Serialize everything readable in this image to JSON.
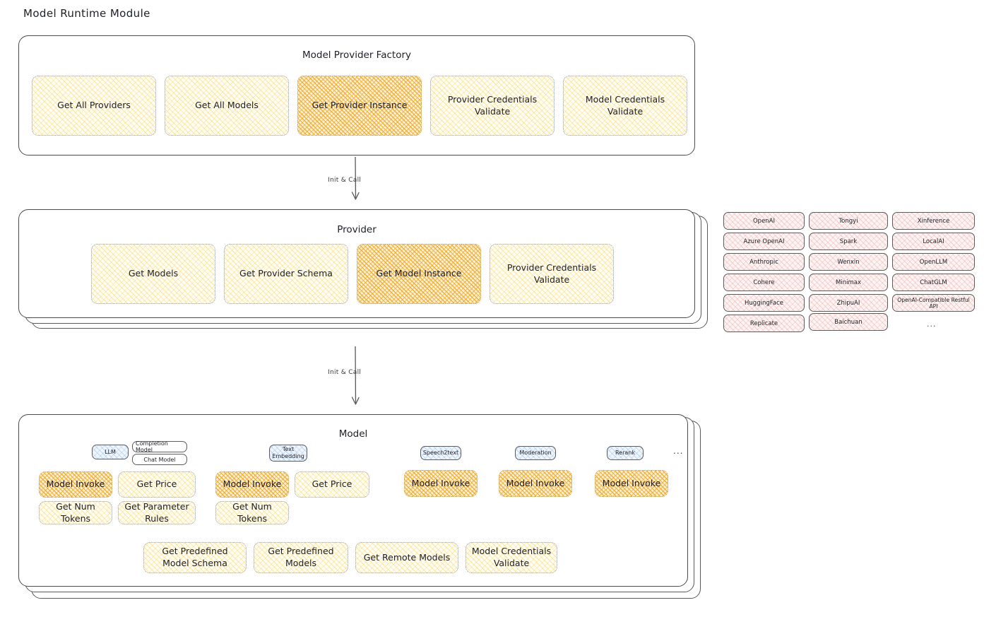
{
  "title": "Model Runtime Module",
  "factory": {
    "title": "Model Provider Factory",
    "boxes": [
      {
        "label": "Get All Providers",
        "highlighted": false
      },
      {
        "label": "Get All Models",
        "highlighted": false
      },
      {
        "label": "Get Provider Instance",
        "highlighted": true
      },
      {
        "label": "Provider Credentials Validate",
        "highlighted": false
      },
      {
        "label": "Model Credentials Validate",
        "highlighted": false
      }
    ]
  },
  "arrow_1": {
    "label": "Init & Call"
  },
  "provider": {
    "title": "Provider",
    "boxes": [
      {
        "label": "Get Models",
        "highlighted": false
      },
      {
        "label": "Get Provider Schema",
        "highlighted": false
      },
      {
        "label": "Get Model Instance",
        "highlighted": true
      },
      {
        "label": "Provider Credentials Validate",
        "highlighted": false
      }
    ]
  },
  "arrow_2": {
    "label": "Init & Call"
  },
  "provider_list": {
    "columns": [
      {
        "items": [
          "OpenAI",
          "Azure OpenAI",
          "Anthropic",
          "Cohere",
          "HuggingFace",
          "Replicate"
        ]
      },
      {
        "items": [
          "Tongyi",
          "Spark",
          "Wenxin",
          "Minimax",
          "ZhipuAI",
          "Baichuan"
        ]
      },
      {
        "items": [
          "Xinference",
          "LocalAI",
          "OpenLLM",
          "ChatGLM",
          "OpenAI-Compatible Restful API"
        ]
      }
    ],
    "more": "..."
  },
  "model": {
    "title": "Model",
    "more": "...",
    "types": [
      {
        "name": "LLM",
        "subtypes": [
          "Completion Model",
          "Chat Model"
        ],
        "methods": [
          "Model Invoke",
          "Get Price",
          "Get Num Tokens",
          "Get Parameter Rules"
        ]
      },
      {
        "name": "Text Embedding",
        "subtypes": [],
        "methods": [
          "Model Invoke",
          "Get Price",
          "Get Num Tokens"
        ]
      },
      {
        "name": "Speech2text",
        "subtypes": [],
        "methods": [
          "Model Invoke"
        ]
      },
      {
        "name": "Moderation",
        "subtypes": [],
        "methods": [
          "Model Invoke"
        ]
      },
      {
        "name": "Rerank",
        "subtypes": [],
        "methods": [
          "Model Invoke"
        ]
      }
    ],
    "common_methods": [
      "Get Predefined Model Schema",
      "Get Predefined Models",
      "Get Remote Models",
      "Model Credentials Validate"
    ]
  },
  "colors": {
    "highlight": "#eea828",
    "method_fill": "#fffdf2",
    "provider_chip": "#fdf3f3",
    "model_type_chip": "#eef5fc",
    "panel_border": "#4a4a4a"
  }
}
